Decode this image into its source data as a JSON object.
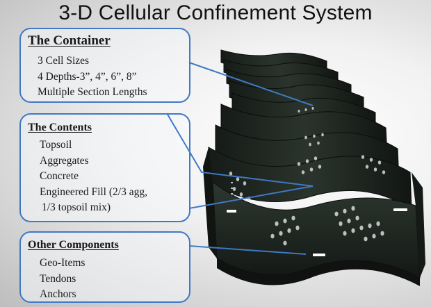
{
  "title": "3-D Cellular Confinement System",
  "sections": {
    "container": {
      "heading": "The Container",
      "items": [
        "3 Cell Sizes",
        "4 Depths-3”, 4”, 6”, 8”",
        "Multiple Section Lengths"
      ]
    },
    "contents": {
      "heading": "The Contents",
      "items": [
        "Topsoil",
        "Aggregates",
        "Concrete",
        "Engineered Fill (2/3 agg,",
        "1/3 topsoil mix)"
      ]
    },
    "other": {
      "heading": "Other Components",
      "items": [
        "Geo-Items",
        "Tendons",
        "Anchors"
      ]
    }
  },
  "colors": {
    "panel_border": "#3f79c4",
    "geocell": "#1c231e",
    "geocell_highlight": "#3a4a40"
  }
}
